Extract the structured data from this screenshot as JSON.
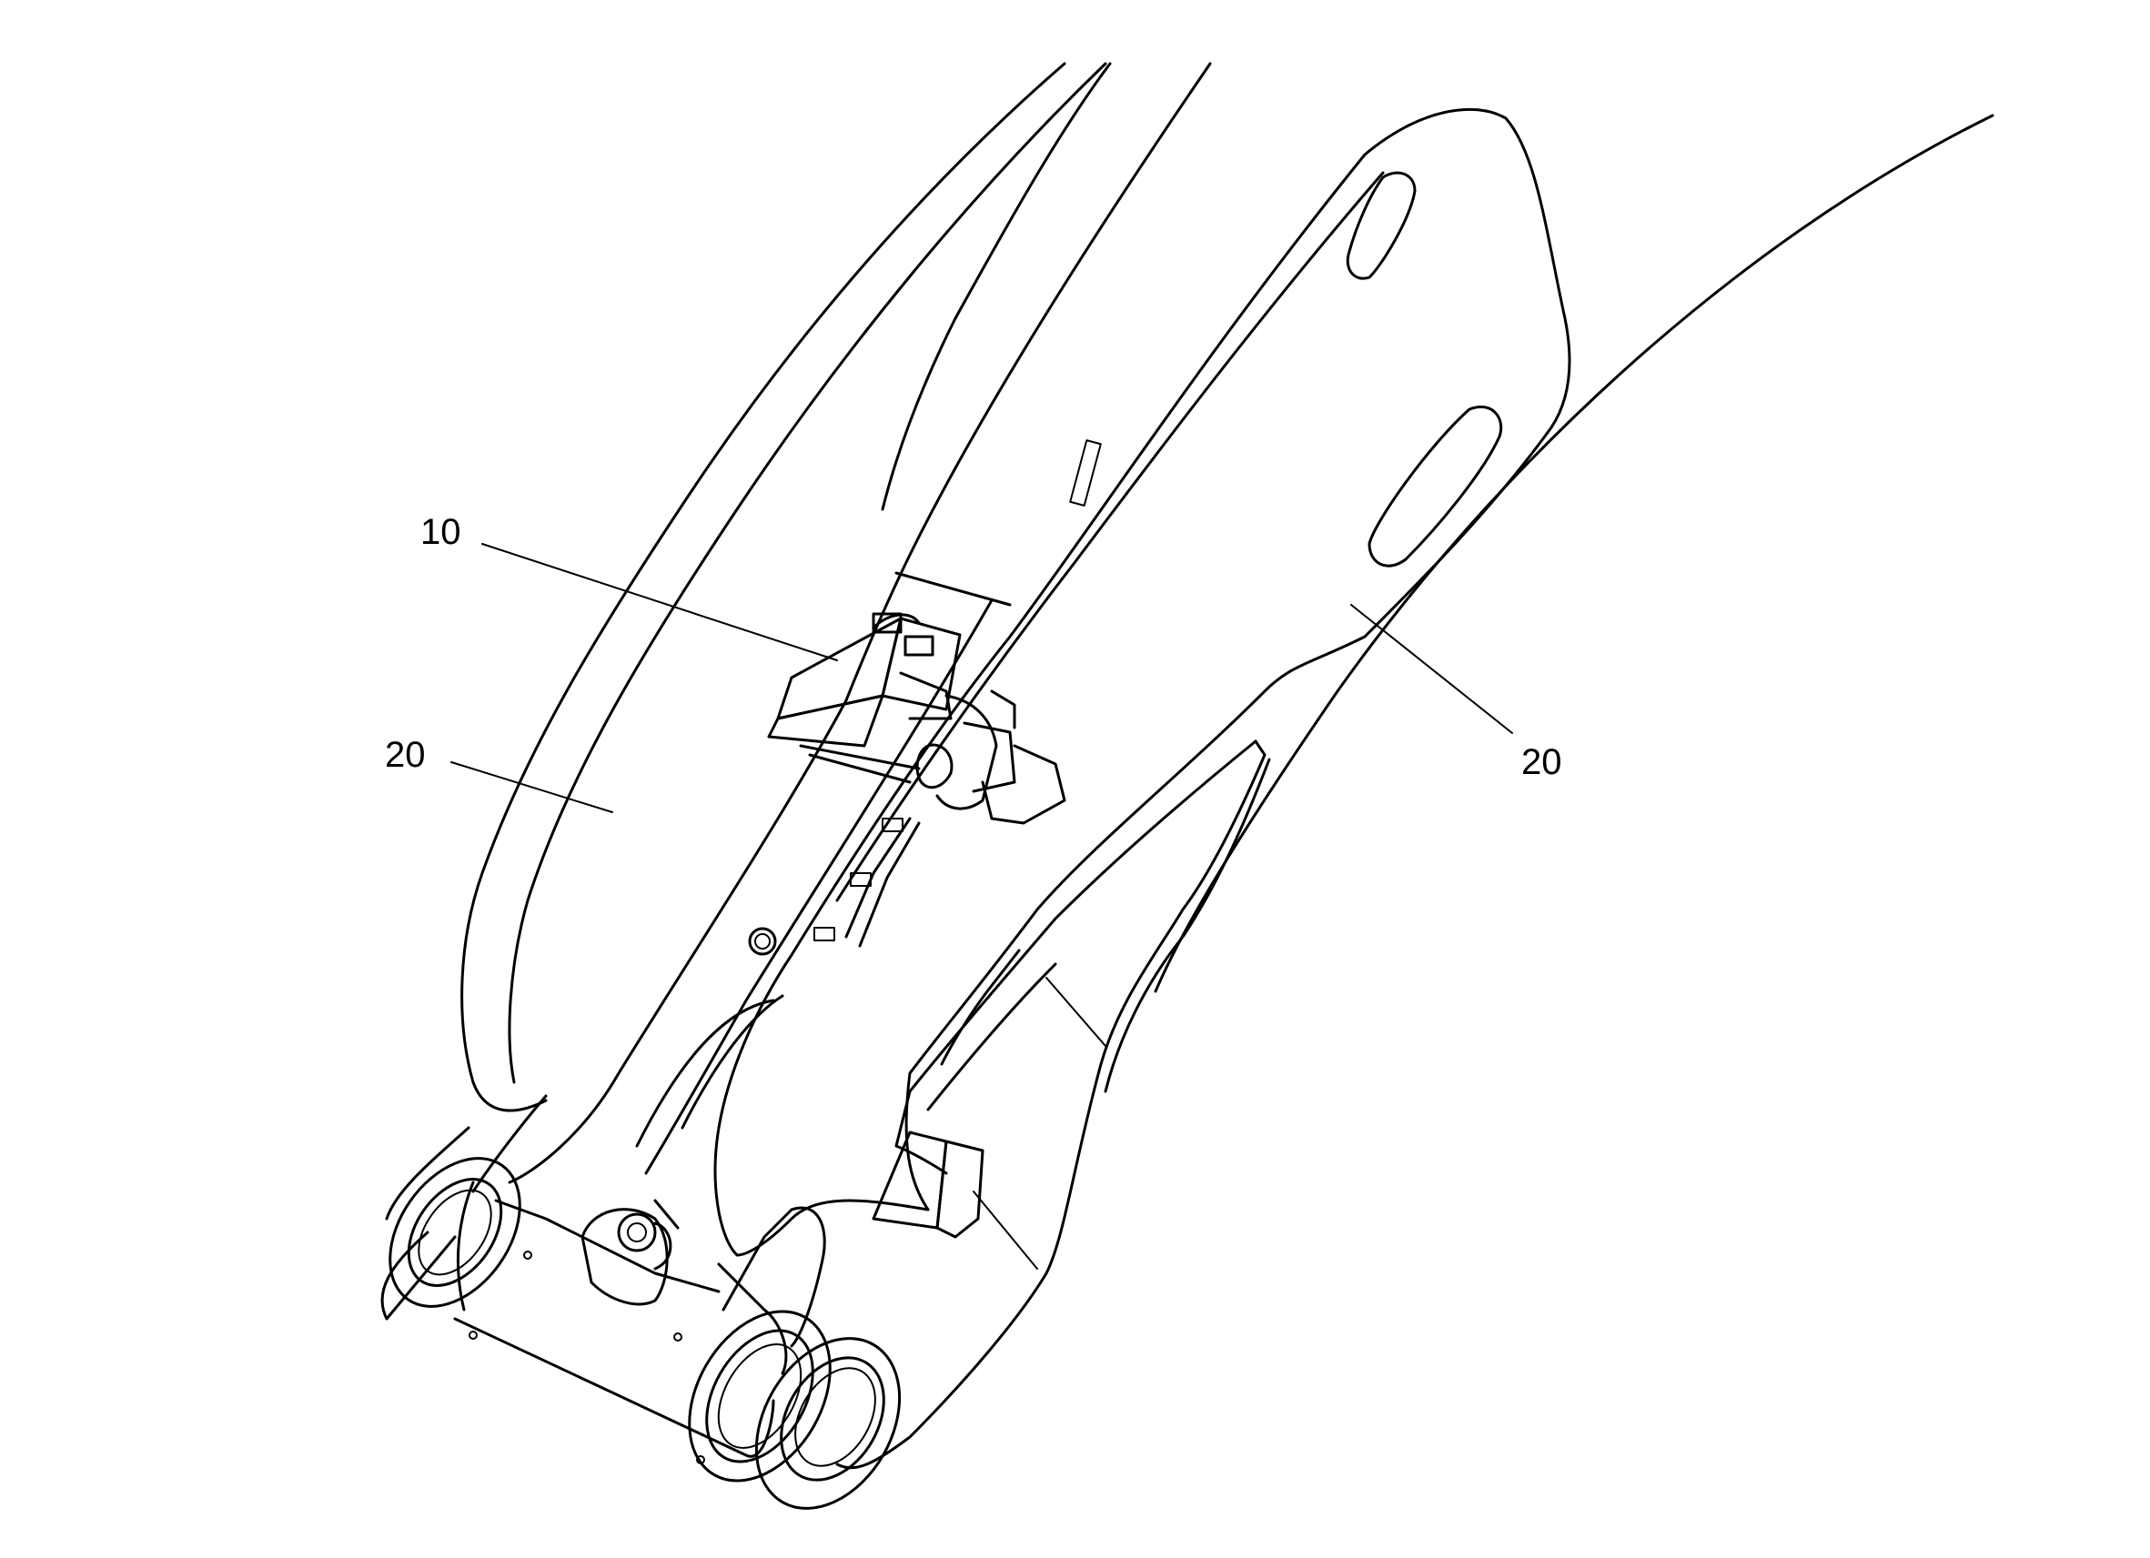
{
  "figure": {
    "callouts": [
      {
        "id": "10",
        "label": "10"
      },
      {
        "id": "20-left",
        "label": "20"
      },
      {
        "id": "20-right",
        "label": "20"
      }
    ]
  }
}
